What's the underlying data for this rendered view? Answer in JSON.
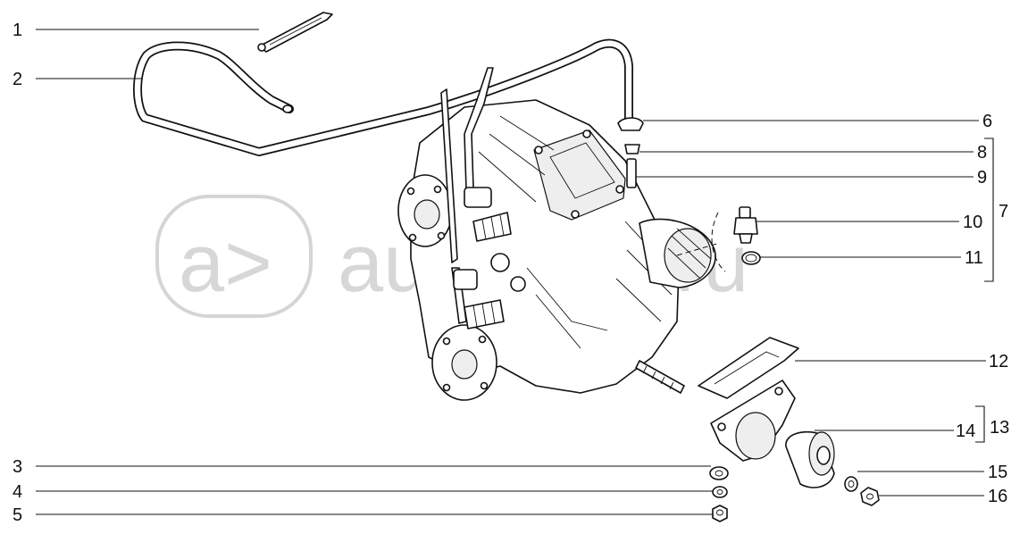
{
  "watermark": {
    "logo_text": "a>",
    "site_text": "autopiter.ru"
  },
  "callouts": [
    {
      "id": "c1",
      "number": "1"
    },
    {
      "id": "c2",
      "number": "2"
    },
    {
      "id": "c3",
      "number": "3"
    },
    {
      "id": "c4",
      "number": "4"
    },
    {
      "id": "c5",
      "number": "5"
    },
    {
      "id": "c6",
      "number": "6"
    },
    {
      "id": "c7",
      "number": "7"
    },
    {
      "id": "c8",
      "number": "8"
    },
    {
      "id": "c9",
      "number": "9"
    },
    {
      "id": "c10",
      "number": "10"
    },
    {
      "id": "c11",
      "number": "11"
    },
    {
      "id": "c12",
      "number": "12"
    },
    {
      "id": "c13",
      "number": "13"
    },
    {
      "id": "c14",
      "number": "14"
    },
    {
      "id": "c15",
      "number": "15"
    },
    {
      "id": "c16",
      "number": "16"
    }
  ]
}
